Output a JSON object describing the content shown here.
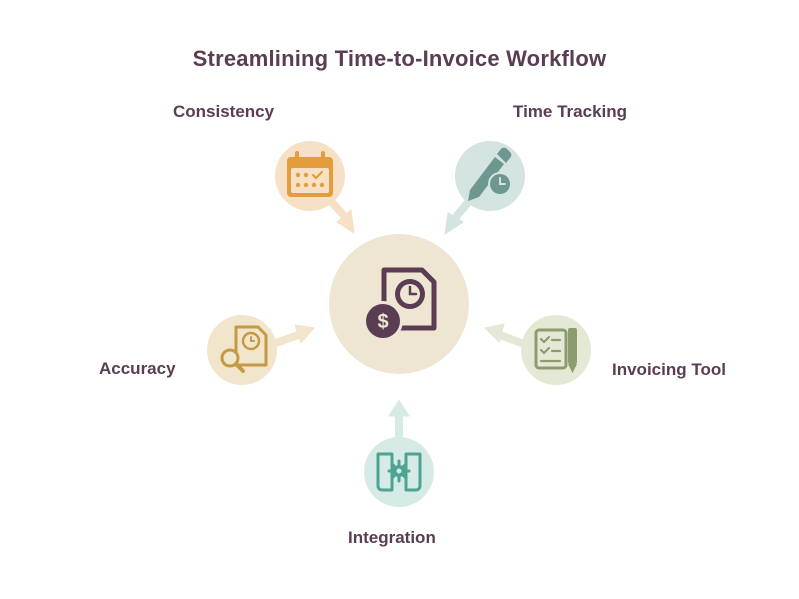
{
  "title": "Streamlining Time-to-Invoice Workflow",
  "center": {
    "icon": "invoice-clock-dollar-icon",
    "color": "#eee5d3"
  },
  "nodes": [
    {
      "id": "consistency",
      "label": "Consistency",
      "icon": "calendar-icon",
      "color": "#f6e1c6",
      "accent": "#e39d3c"
    },
    {
      "id": "time-tracking",
      "label": "Time Tracking",
      "icon": "pencil-clock-icon",
      "color": "#d3e4e1",
      "accent": "#6e978f"
    },
    {
      "id": "invoicing-tool",
      "label": "Invoicing Tool",
      "icon": "checklist-pen-icon",
      "color": "#e4e9d6",
      "accent": "#8c9c6e"
    },
    {
      "id": "integration",
      "label": "Integration",
      "icon": "gear-book-icon",
      "color": "#d7ebe6",
      "accent": "#4ea393"
    },
    {
      "id": "accuracy",
      "label": "Accuracy",
      "icon": "document-search-icon",
      "color": "#f1e6cc",
      "accent": "#c49a45"
    }
  ]
}
